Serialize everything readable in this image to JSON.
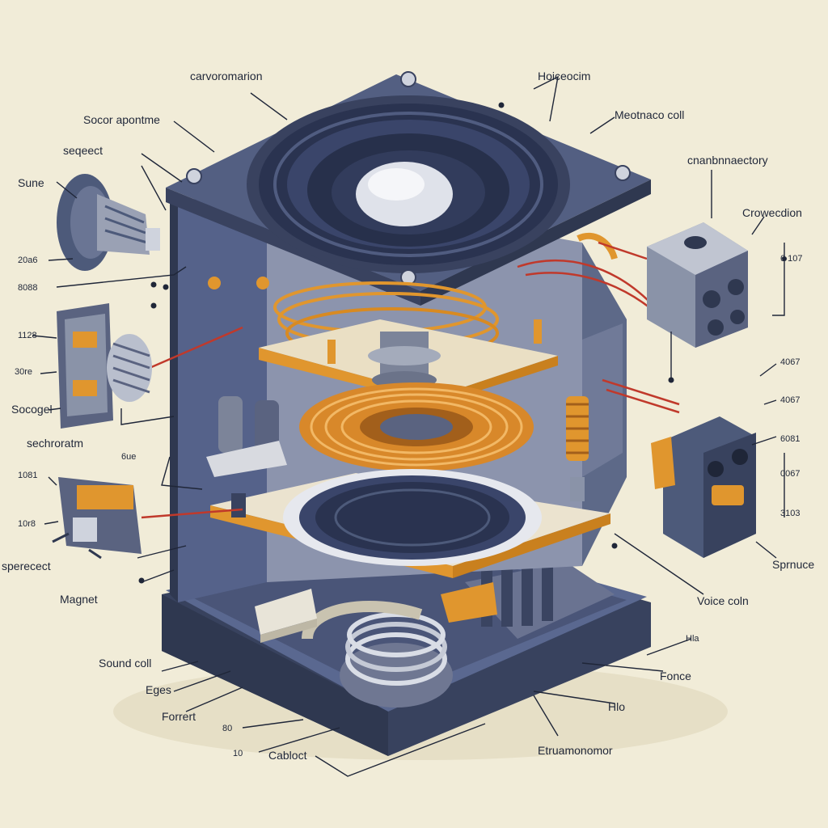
{
  "colors": {
    "background": "#f1ecd8",
    "cabinet": "#4d5a7a",
    "cabinet_dark": "#38425e",
    "metal": "#8a93a8",
    "copper": "#e0962e",
    "wire_red": "#c0392b",
    "ink": "#1f2638"
  },
  "labels": {
    "top_center": "carvoromarion",
    "top_right_a": "Hoiceocim",
    "top_right_b": "Meotnaco coll",
    "right_a": "cnanbnnaectory",
    "right_b": "Crowecdion",
    "right_val_a": "6 107",
    "right_val_b": "4067",
    "right_val_c": "4067",
    "right_val_d": "6081",
    "right_val_e": "0067",
    "right_val_f": "3103",
    "right_c": "Sprnuce",
    "right_d": "Voice coln",
    "right_e": "Hla",
    "right_f": "Fonce",
    "bottom_right_a": "Hlo",
    "bottom_right_b": "Etruamonomor",
    "left_a": "Socor apontme",
    "left_b": "seqeect",
    "left_c": "Sune",
    "left_val_a": "20a6",
    "left_val_b": "8088",
    "left_val_c": "1128",
    "left_val_d": "30re",
    "left_d": "Socogel",
    "left_e": "sechroratm",
    "left_f": "6ue",
    "left_val_e": "1081",
    "left_val_f": "10r8",
    "left_g": "sperecect",
    "left_h": "Magnet",
    "bottom_left_a": "Sound coll",
    "bottom_left_b": "Eges",
    "bottom_left_c": "Forrert",
    "bottom_val_a": "80",
    "bottom_val_b": "10",
    "bottom_center": "Cabloct"
  }
}
